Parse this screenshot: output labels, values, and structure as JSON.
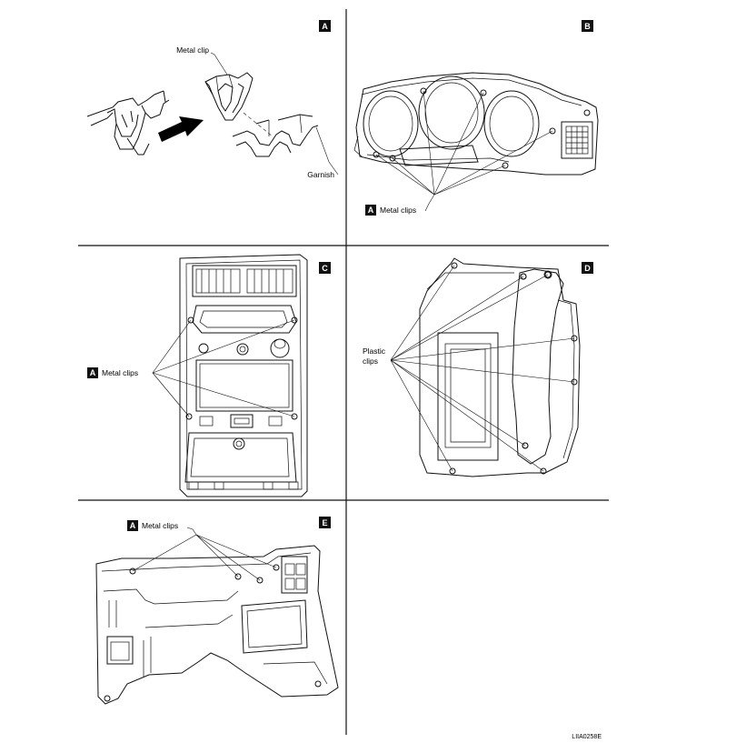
{
  "panels": {
    "a": {
      "badge": "A",
      "callout_clip": "Metal clip",
      "callout_garnish": "Garnish"
    },
    "b": {
      "badge": "B",
      "callout_badge": "A",
      "callout": "Metal clips"
    },
    "c": {
      "badge": "C",
      "callout_badge": "A",
      "callout": "Metal clips"
    },
    "d": {
      "badge": "D",
      "callout_line1": "Plastic",
      "callout_line2": "clips"
    },
    "e": {
      "badge": "E",
      "callout_badge": "A",
      "callout": "Metal clips"
    }
  },
  "figure_code": "LIIA0258E",
  "colors": {
    "ink": "#111111",
    "badge": "#111111",
    "arrow": "#000000"
  }
}
